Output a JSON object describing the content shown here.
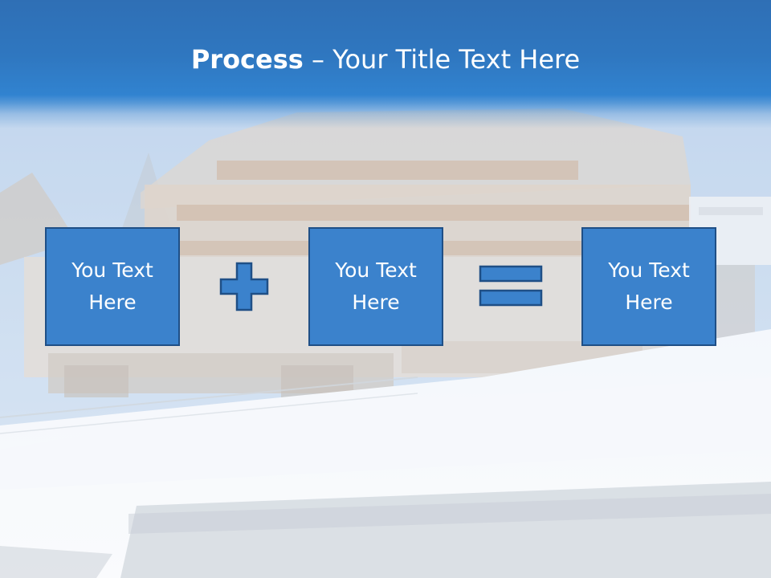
{
  "slide": {
    "title_bold": "Process",
    "title_rest": " – Your Title Text Here",
    "boxes": [
      {
        "text": "You Text Here"
      },
      {
        "text": "You Text Here"
      },
      {
        "text": "You Text Here"
      }
    ],
    "operators": [
      "plus-icon",
      "equals-icon"
    ]
  },
  "colors": {
    "header": "#2f77c0",
    "box_fill": "#3b82cc",
    "box_border": "#1f4f86",
    "text": "#ffffff"
  }
}
